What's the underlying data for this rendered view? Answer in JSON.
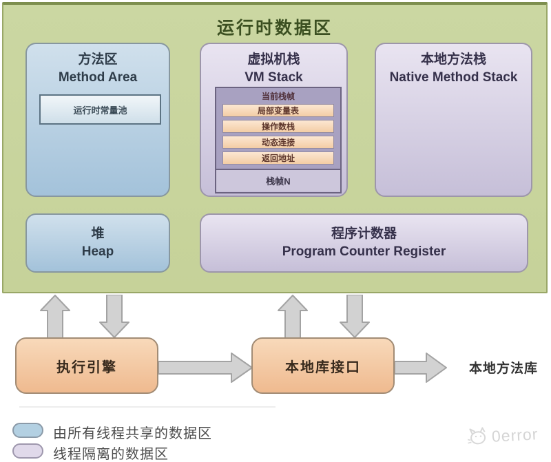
{
  "title": "运行时数据区",
  "areas": {
    "method_area": {
      "title_zh": "方法区",
      "title_en": "Method Area",
      "constant_pool": "运行时常量池"
    },
    "vm_stack": {
      "title_zh": "虚拟机栈",
      "title_en": "VM Stack",
      "frame": {
        "header": "当前栈帧",
        "rows": [
          "局部变量表",
          "操作数栈",
          "动态连接",
          "返回地址"
        ],
        "bottom": "栈帧N"
      }
    },
    "native_stack": {
      "title_zh": "本地方法栈",
      "title_en": "Native Method Stack"
    },
    "heap": {
      "title_zh": "堆",
      "title_en": "Heap"
    },
    "pc_register": {
      "title_zh": "程序计数器",
      "title_en": "Program Counter Register"
    }
  },
  "bottom": {
    "execution_engine": "执行引擎",
    "native_interface": "本地库接口",
    "native_library": "本地方法库"
  },
  "legend": [
    {
      "swatch": "blue",
      "label": "由所有线程共享的数据区"
    },
    {
      "swatch": "purple",
      "label": "线程隔离的数据区"
    }
  ],
  "watermark": "0error",
  "colors": {
    "area_background": "#c6d299",
    "shared_blue": "#a3c2da",
    "isolated_purple": "#c6bfd8",
    "frame_purple": "#a8a1c1",
    "row_orange": "#f3cda5",
    "engine_orange": "#efba8f",
    "arrow_gray": "#d2d2d2",
    "title_green": "#3b4f21"
  }
}
